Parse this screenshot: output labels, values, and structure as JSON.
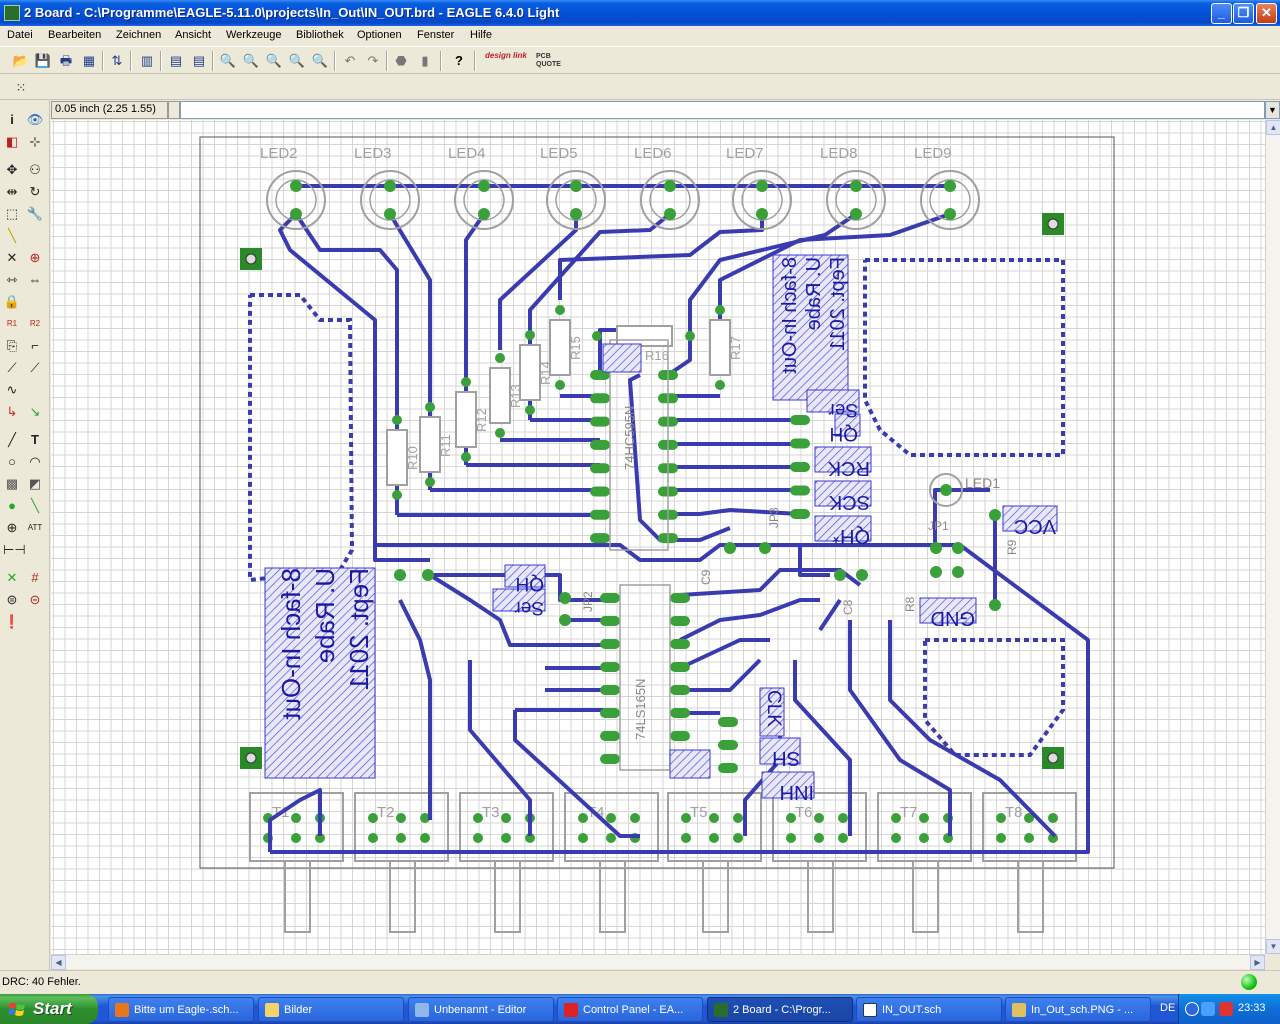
{
  "window": {
    "title": "2 Board - C:\\Programme\\EAGLE-5.11.0\\projects\\In_Out\\IN_OUT.brd - EAGLE 6.4.0 Light"
  },
  "menu": [
    "Datei",
    "Bearbeiten",
    "Zeichnen",
    "Ansicht",
    "Werkzeuge",
    "Bibliothek",
    "Optionen",
    "Fenster",
    "Hilfe"
  ],
  "toolbar": {
    "icons": [
      "open-icon",
      "save-icon",
      "print-icon",
      "cam-icon",
      "script-icon",
      "library-icon",
      "scr-icon",
      "ulp-icon",
      "zoom-fit-icon",
      "zoom-in-icon",
      "zoom-out-icon",
      "zoom-redraw-icon",
      "zoom-select-icon",
      "undo-icon",
      "redo-icon",
      "stop-icon",
      "go-icon",
      "help-icon"
    ],
    "designlink": "design link",
    "pcbquote": "PCB QUOTE"
  },
  "coord": {
    "value": "0.05 inch (2.25 1.55)",
    "command_placeholder": ""
  },
  "palette": [
    "info-icon",
    "show-icon",
    "display-icon",
    "mark-icon",
    "move-icon",
    "copy-icon",
    "mirror-icon",
    "rotate-icon",
    "group-icon",
    "change-icon",
    "paste-icon",
    "delete-icon",
    "add-icon",
    "pinswap-icon",
    "gateswap-icon",
    "lock-icon",
    "name-icon",
    "value-icon",
    "smash-icon",
    "miter-icon",
    "split-icon",
    "optimize-icon",
    "meander-icon",
    "route-icon",
    "ripup-icon",
    "wire-icon",
    "text-icon",
    "circle-icon",
    "arc-icon",
    "rect-icon",
    "polygon-icon",
    "via-icon",
    "signal-icon",
    "hole-icon",
    "attribute-icon",
    "dimension-icon",
    "ratsnest-icon",
    "autorouter-icon",
    "erc-icon",
    "drc-icon",
    "errors-icon"
  ],
  "board": {
    "leds": [
      "LED2",
      "LED3",
      "LED4",
      "LED5",
      "LED6",
      "LED7",
      "LED8",
      "LED9"
    ],
    "transistors": [
      "T1",
      "T2",
      "T3",
      "T4",
      "T5",
      "T6",
      "T7",
      "T8"
    ],
    "resistors_top": [
      "R10",
      "R11",
      "R12",
      "R13",
      "R14",
      "R15",
      "R16",
      "R17"
    ],
    "labels": {
      "ser_top": "Ser",
      "qh_top": "QH",
      "rck": "RCK",
      "sck": "SCK",
      "qhx": "QH*",
      "vcc": "VCC",
      "gnd": "GND",
      "qh_left": "QH",
      "ser_left": "Ser",
      "clk": "CLK",
      "sh": "SH",
      "inh": "INH",
      "led1": "LED1",
      "ic1": "74HC595N",
      "ic2": "74LS165N",
      "jp1": "JP1",
      "jp2": "JP2",
      "jp3": "JP3",
      "r9": "R9",
      "r8": "R8",
      "c9": "C9",
      "c8": "C8"
    },
    "text_block1": [
      "Fept. 2011",
      "U. Rabe",
      "8-fach In-Out"
    ],
    "text_block2": [
      "Fept. 2011",
      "U. Rabe",
      "8-fach In-Out"
    ]
  },
  "status": {
    "text": "DRC: 40 Fehler."
  },
  "taskbar": {
    "start": "Start",
    "tasks": [
      {
        "label": "Bitte um Eagle-.sch...",
        "color": "#e8761e"
      },
      {
        "label": "Bilder",
        "color": "#f5d36b"
      },
      {
        "label": "Unbenannt - Editor",
        "color": "#8fb8e8"
      },
      {
        "label": "Control Panel - EA...",
        "color": "#d22"
      },
      {
        "label": "2 Board - C:\\Progr...",
        "color": "#2b6b2b"
      },
      {
        "label": "IN_OUT.sch",
        "color": "#fff"
      },
      {
        "label": "In_Out_sch.PNG - ...",
        "color": "#e0c060"
      }
    ],
    "lang": "DE",
    "clock": "23:33"
  },
  "colors": {
    "trace": "#3b3bb0",
    "pad": "#3aa03a",
    "silk": "#a0a0a0",
    "label_fill": "#3a3ad0"
  }
}
